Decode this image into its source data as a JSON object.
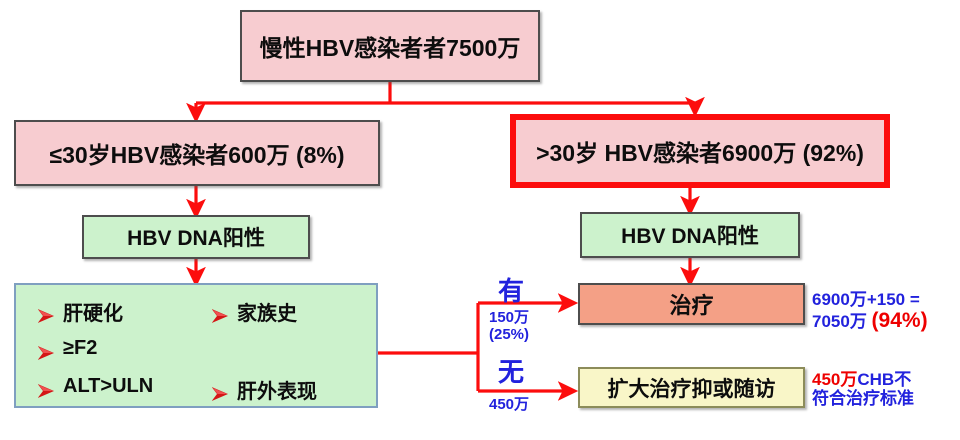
{
  "diagram": {
    "title_box": {
      "text": "慢性HBV感染者者7500万"
    },
    "branch_left": {
      "text": "≤30岁HBV感染者600万 (8%)"
    },
    "branch_right": {
      "text": ">30岁 HBV感染者6900万 (92%)"
    },
    "dna_left": {
      "text": "HBV DNA阳性"
    },
    "dna_right": {
      "text": "HBV DNA阳性"
    },
    "criteria": {
      "left_column": [
        "肝硬化",
        "≥F2",
        "ALT>ULN"
      ],
      "right_column": [
        "家族史",
        "肝外表现"
      ],
      "bullet_icon": "red-arrow-bullet-icon"
    },
    "treatment_box": {
      "text": "治疗"
    },
    "followup_box": {
      "text": "扩大治疗抑或随访"
    },
    "branch_labels": {
      "yes": "有",
      "yes_count": "150万",
      "yes_pct": "(25%)",
      "no": "无",
      "no_count": "450万"
    },
    "annotations": {
      "sum_line1": "6900万+150 =",
      "sum_line2": "7050万 ",
      "sum_pct": "(94%)",
      "chb_red": "450万",
      "chb_blue": "CHB不",
      "chb_line2": "符合治疗标准"
    },
    "colors": {
      "pink_fill": "#f7ccd0",
      "green_fill": "#ccf2cc",
      "salmon_fill": "#f4a086",
      "yellow_fill": "#f9f6c8",
      "connector_red": "#fc0d0d",
      "annotation_blue": "#2222dd",
      "annotation_red": "#ee0000",
      "box_border_gray": "#4d4d4d",
      "highlight_border_red": "#fc0d0d"
    }
  }
}
